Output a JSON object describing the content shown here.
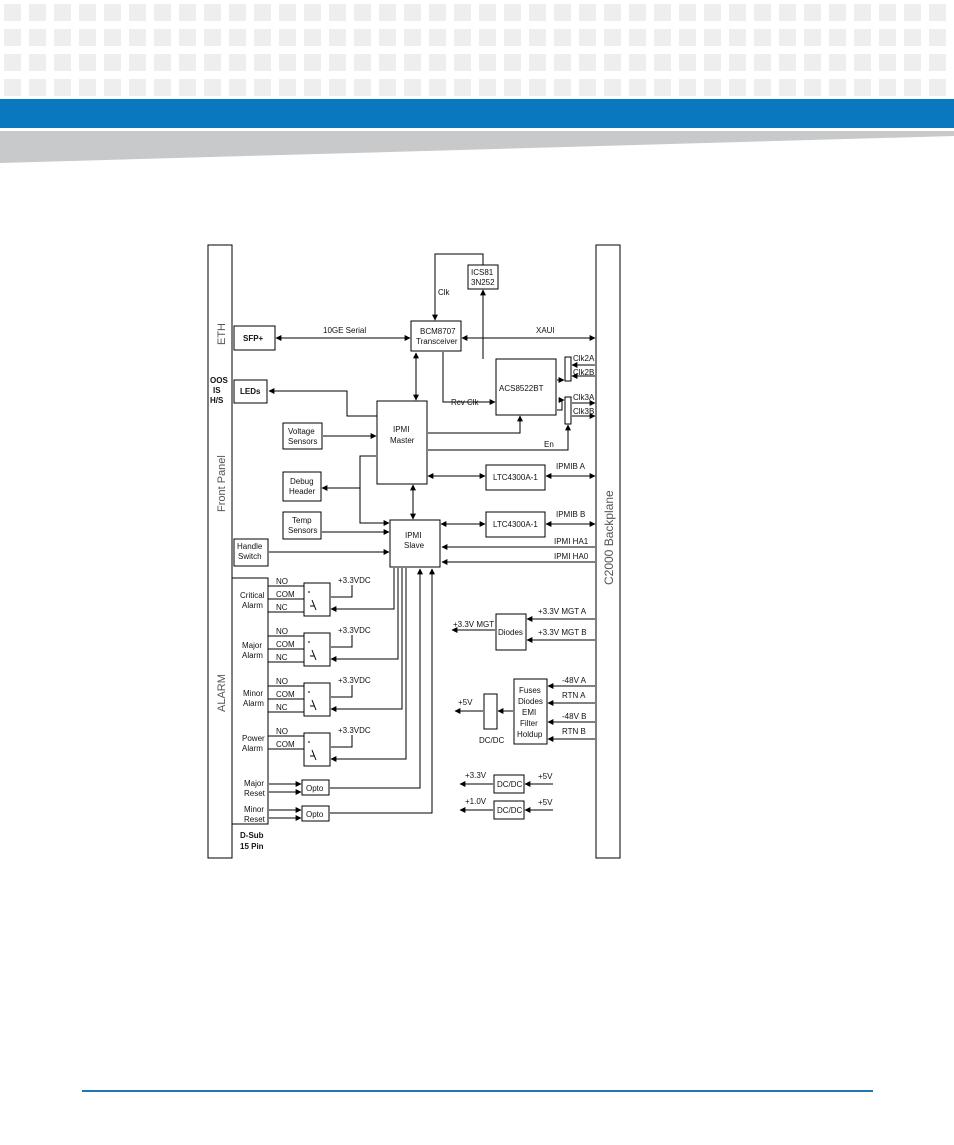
{
  "colors": {
    "header_band": "#0a78be",
    "header_gray": "#c8c9cb",
    "tile": "#eeeeee",
    "rule": "#1f78b4"
  },
  "labels": {
    "eth": "ETH",
    "front_panel": "Front Panel",
    "alarm": "ALARM",
    "backplane": "C2000 Backplane",
    "oos": "OOS",
    "is": "IS",
    "hs": "H/S",
    "dsub1": "D-Sub",
    "dsub2": "15 Pin",
    "sfp": "SFP+",
    "leds": "LEDs",
    "voltage1": "Voltage",
    "voltage2": "Sensors",
    "debug1": "Debug",
    "debug2": "Header",
    "temp1": "Temp",
    "temp2": "Sensors",
    "handle1": "Handle",
    "handle2": "Switch",
    "ics1": "ICS81",
    "ics2": "3N252",
    "clk": "Clk",
    "bcm1": "BCM8707",
    "bcm2": "Transceiver",
    "tengig": "10GE Serial",
    "xaui": "XAUI",
    "acs": "ACS8522BT",
    "clk2a": "Clk2A",
    "clk2b": "Clk2B",
    "clk3a": "Clk3A",
    "clk3b": "Clk3B",
    "rcvclk": "Rcv Clk",
    "en": "En",
    "ipmim1": "IPMI",
    "ipmim2": "Master",
    "ipmis1": "IPMI",
    "ipmis2": "Slave",
    "ltc": "LTC4300A-1",
    "ipmiba": "IPMIB A",
    "ipmibb": "IPMIB B",
    "ha1": "IPMI HA1",
    "ha0": "IPMI HA0",
    "no": "NO",
    "com": "COM",
    "nc": "NC",
    "v33dc": "+3.3VDC",
    "critical1": "Critical",
    "critical2": "Alarm",
    "major1": "Major",
    "major2": "Alarm",
    "minor1": "Minor",
    "minor2": "Alarm",
    "power1": "Power",
    "power2": "Alarm",
    "majorreset1": "Major",
    "majorreset2": "Reset",
    "minorreset1": "Minor",
    "minorreset2": "Reset",
    "opto": "Opto",
    "diodes": "Diodes",
    "mgt": "+3.3V MGT",
    "mgta": "+3.3V MGT A",
    "mgtb": "+3.3V MGT B",
    "v48a": "-48V A",
    "rtna": "RTN A",
    "v48b": "-48V B",
    "rtnb": "RTN B",
    "fuses1": "Fuses",
    "fuses2": "Diodes",
    "fuses3": "EMI",
    "fuses4": "Filter",
    "fuses5": "Holdup",
    "plus5v": "+5V",
    "dcdc": "DC/DC",
    "plus33v": "+3.3V",
    "plus10v": "+1.0V"
  }
}
